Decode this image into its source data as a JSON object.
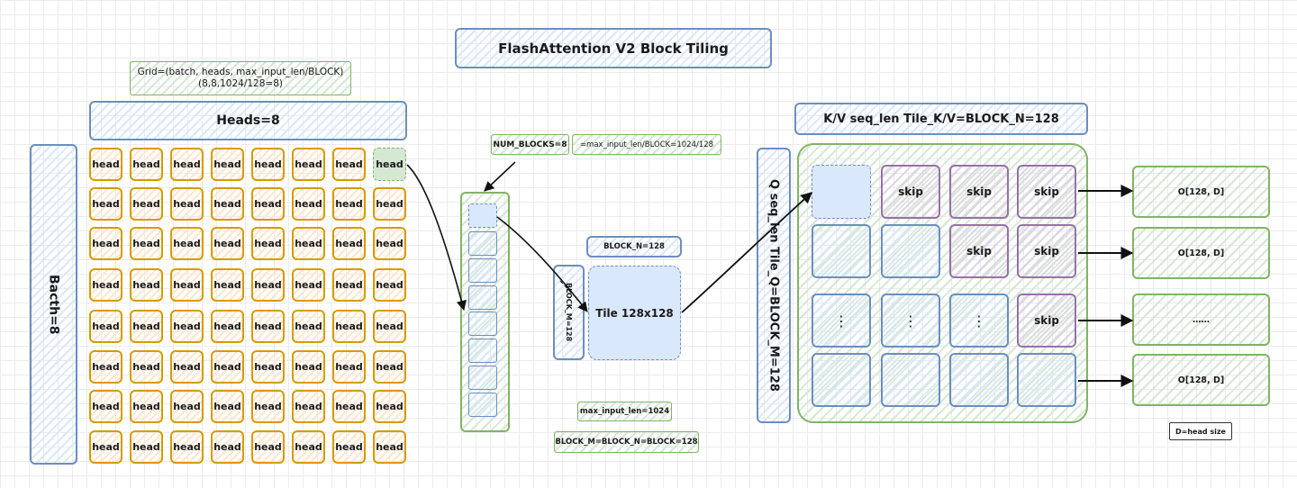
{
  "title": "FlashAttention V2 Block Tiling",
  "grid_note": {
    "line1": "Grid=(batch, heads, max_input_len/BLOCK)",
    "line2": "(8,8,1024/128=8)"
  },
  "heads_label": "Heads=8",
  "batch_label": "Bacth=8",
  "head_cell_label": "head",
  "num_blocks_label": "NUM_BLOCKS=8",
  "num_blocks_formula": "=max_input_len/BLOCK=1024/128",
  "block_n_label": "BLOCK_N=128",
  "block_m_label": "BLOCK_M=128",
  "tile_label": "Tile 128x128",
  "max_input_len_label": "max_input_len=1024",
  "block_eq_label": "BLOCK_M=BLOCK_N=BLOCK=128",
  "kv_label": "K/V seq_len Tile_K/V=BLOCK_N=128",
  "q_label": "Q seq_len Tile_Q=BLOCK_M=128",
  "skip_label": "skip",
  "vdots_label": "⋮",
  "outputs": [
    "O[128, D]",
    "O[128, D]",
    "……",
    "O[128, D]"
  ],
  "d_note": "D=head size",
  "colors": {
    "orange_stroke": "#d79b00",
    "blue_stroke": "#6c8ebf",
    "green_stroke": "#82b366",
    "purple_stroke": "#9673a6"
  }
}
